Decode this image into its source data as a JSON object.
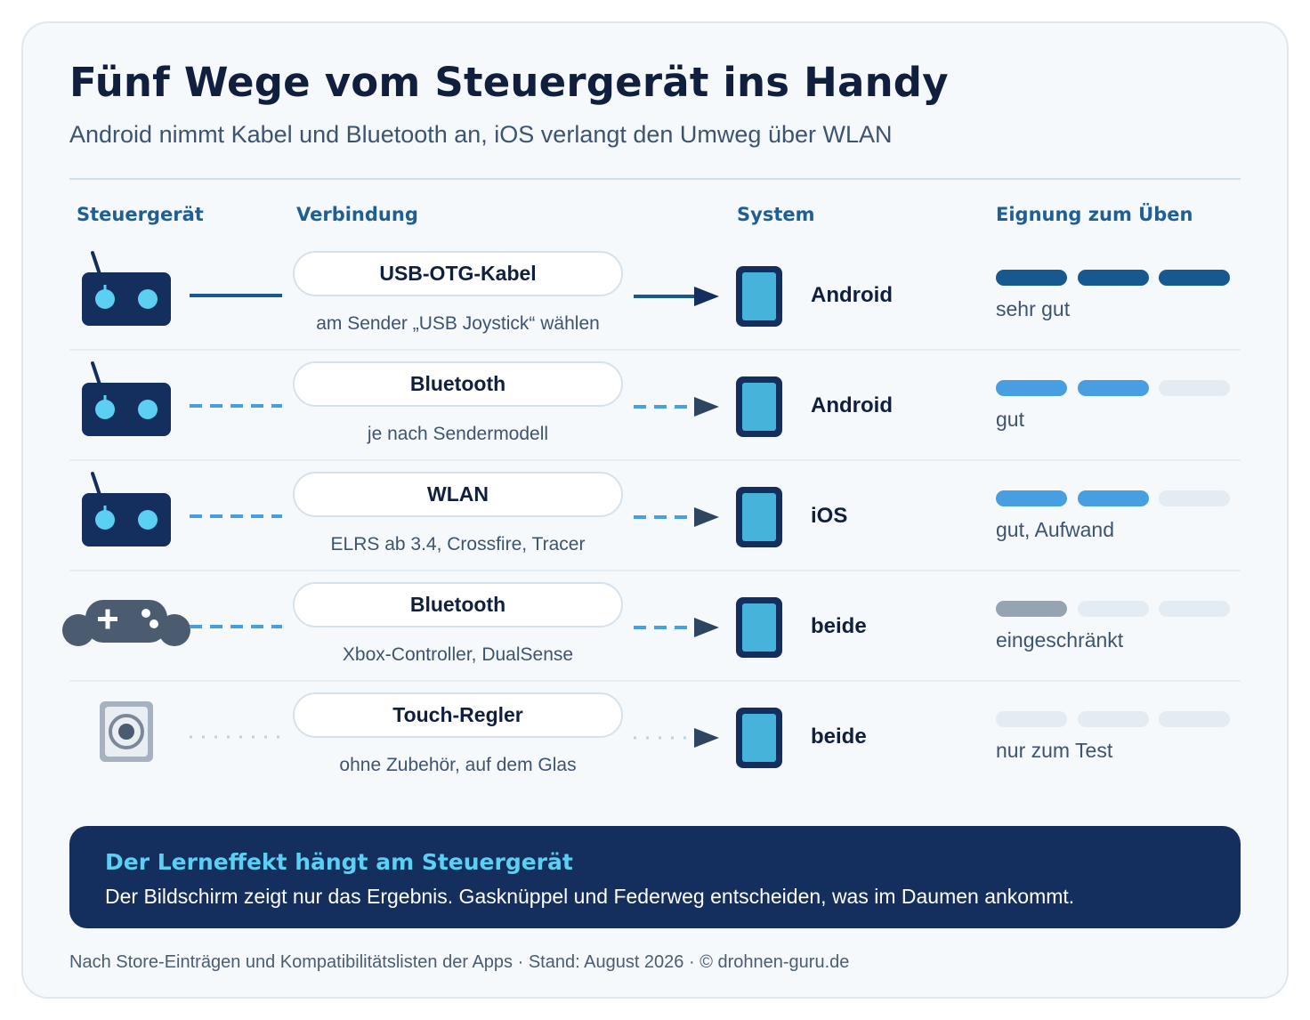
{
  "title": "Fünf Wege vom Steuergerät ins Handy",
  "subtitle": "Android nimmt Kabel und Bluetooth an, iOS verlangt den Umweg über WLAN",
  "columns": {
    "device": "Steuergerät",
    "connection": "Verbindung",
    "system": "System",
    "rating": "Eignung zum Üben"
  },
  "rows": [
    {
      "device_icon": "rc-transmitter-icon",
      "line_style": "solid",
      "connection": "USB-OTG-Kabel",
      "note": "am Sender „USB Joystick“ wählen",
      "system": "Android",
      "rating_level": 3,
      "rating_color": "#17588f",
      "rating": "sehr gut"
    },
    {
      "device_icon": "rc-transmitter-icon",
      "line_style": "dashed",
      "connection": "Bluetooth",
      "note": "je nach Sendermodell",
      "system": "Android",
      "rating_level": 2,
      "rating_color": "#479ee0",
      "rating": "gut"
    },
    {
      "device_icon": "rc-transmitter-icon",
      "line_style": "dashed",
      "connection": "WLAN",
      "note": "ELRS ab 3.4, Crossfire, Tracer",
      "system": "iOS",
      "rating_level": 2,
      "rating_color": "#479ee0",
      "rating": "gut, Aufwand"
    },
    {
      "device_icon": "gamepad-icon",
      "line_style": "dashed",
      "connection": "Bluetooth",
      "note": "Xbox-Controller, DualSense",
      "system": "beide",
      "rating_level": 1,
      "rating_color": "#95a3b3",
      "rating": "eingeschränkt"
    },
    {
      "device_icon": "touch-stick-icon",
      "line_style": "dotted",
      "connection": "Touch-Regler",
      "note": "ohne Zubehör, auf dem Glas",
      "system": "beide",
      "rating_level": 0,
      "rating_color": "#95a3b3",
      "rating": "nur zum Test"
    }
  ],
  "colors": {
    "navy": "#142e5e",
    "dark_blue": "#17588f",
    "mid_blue": "#479ee0",
    "grey": "#95a3b3",
    "empty_bar": "#e4ecf3",
    "accent_cyan": "#5bd0f3",
    "phone_screen": "#46b3da"
  },
  "callout": {
    "title": "Der Lerneffekt hängt am Steuergerät",
    "text": "Der Bildschirm zeigt nur das Ergebnis. Gasknüppel und Federweg entscheiden, was im Daumen ankommt."
  },
  "footer": "Nach Store-Einträgen und Kompatibilitätslisten der Apps · Stand: August 2026 · © drohnen-guru.de"
}
